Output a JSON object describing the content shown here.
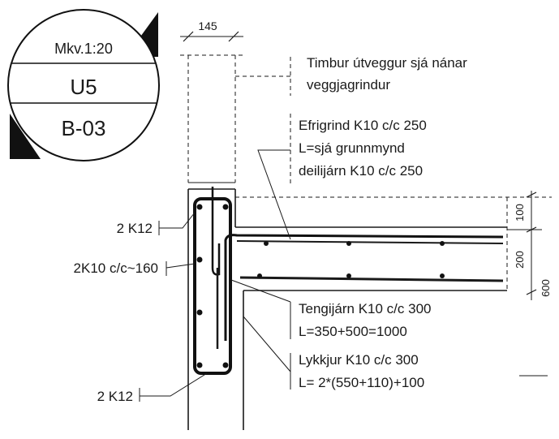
{
  "title_block": {
    "scale": "Mkv.1:20",
    "detail_id": "U5",
    "sheet_ref": "B-03"
  },
  "dimensions": {
    "wall_width": "145",
    "top_slab_thickness": "100",
    "lower_thickness": "200",
    "total_height": "600"
  },
  "annotations": {
    "timber_wall_line1": "Timbur útveggur sjá nánar",
    "timber_wall_line2": "veggjagrindur",
    "top_bars_line1": "Efrigrind K10 c/c 250",
    "top_bars_line2": "L=sjá grunnmynd",
    "top_bars_line3": "deilijárn K10 c/c 250",
    "tie_bars_line1": "Tengijárn K10 c/c 300",
    "tie_bars_line2": "L=350+500=1000",
    "loops_line1": "Lykkjur K10 c/c 300",
    "loops_line2": "L= 2*(550+110)+100",
    "rebar_top": "2 K12",
    "rebar_side": "2K10 c/c~160",
    "rebar_bottom": "2 K12"
  },
  "colors": {
    "ink": "#1a1a1a",
    "paper": "#ffffff"
  }
}
